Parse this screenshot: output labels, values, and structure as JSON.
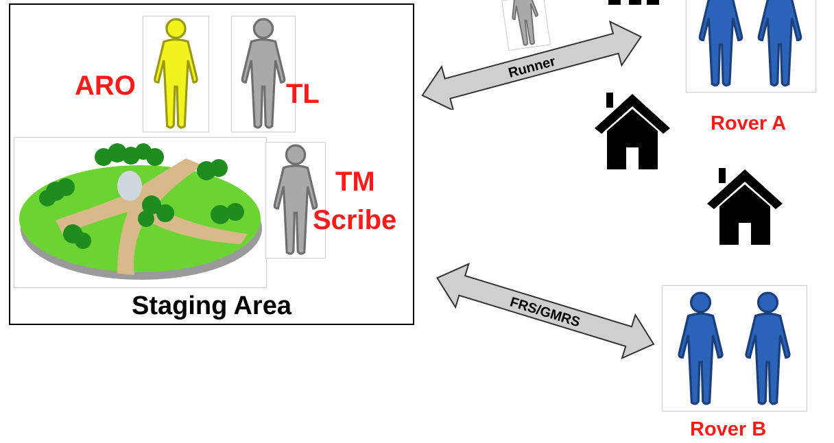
{
  "staging": {
    "title": "Staging Area",
    "roles": {
      "aro": "ARO",
      "tl": "TL",
      "tm": "TM",
      "scribe": "Scribe"
    },
    "colors": {
      "aro_figure": "#f2f21e",
      "staff_figure": "#a9a9a9"
    }
  },
  "links": {
    "runner": "Runner",
    "radio": "FRS/GMRS"
  },
  "rovers": {
    "a_label": "Rover A",
    "b_label": "Rover B",
    "figure_color": "#2a63b8"
  },
  "icons": [
    "house-icon",
    "person-icon",
    "park-illustration",
    "double-arrow-icon"
  ]
}
